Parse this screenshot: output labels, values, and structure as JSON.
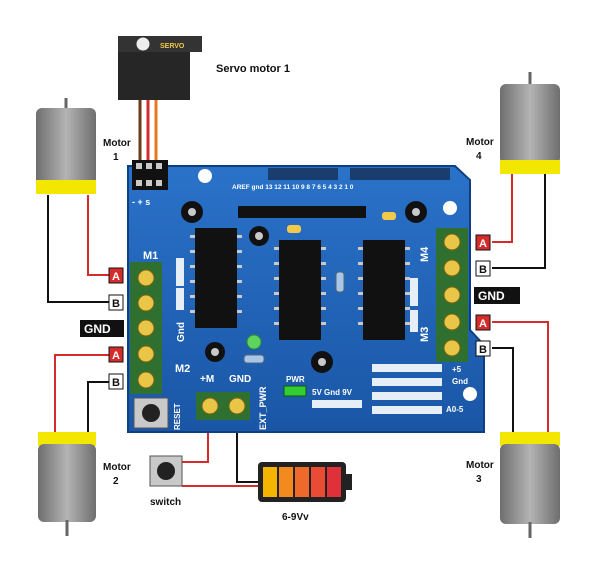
{
  "labels": {
    "servo_motor": "Servo motor 1",
    "servo_case": "SERVO",
    "motor1_line1": "Motor",
    "motor1_line2": "1",
    "motor2_line1": "Motor",
    "motor2_line2": "2",
    "motor3_line1": "Motor",
    "motor3_line2": "3",
    "motor4_line1": "Motor",
    "motor4_line2": "4",
    "switch": "switch",
    "battery": "6-9Vv"
  },
  "terminals": {
    "left_top_a": "A",
    "left_top_b": "B",
    "left_gnd": "GND",
    "left_bot_a": "A",
    "left_bot_b": "B",
    "right_top_a": "A",
    "right_top_b": "B",
    "right_gnd": "GND",
    "right_bot_a": "A",
    "right_bot_b": "B"
  },
  "board": {
    "m1": "M1",
    "m2": "M2",
    "m3": "M3",
    "m4": "M4",
    "gnd_vertical": "Gnd",
    "plus_m": "+M",
    "gnd": "GND",
    "ext_pwr": "EXT_PWR",
    "reset": "RESET",
    "pwr": "PWR",
    "power_pins": "5V Gnd 9V",
    "analog": "A0-5",
    "plus5": "+5",
    "gnd_small": "Gnd",
    "servo_pins": "- + s",
    "header_pins": "AREF gnd 13 12 11 10 9 8  7 6 5 4 3 2 1 0"
  },
  "colors": {
    "board": "#1f62b8",
    "terminal_red": "#d42b2b",
    "wire_red": "#d42b2b",
    "wire_black": "#111111",
    "motor_yellow": "#f3e600",
    "motor_gray": "#8a8a8a"
  }
}
